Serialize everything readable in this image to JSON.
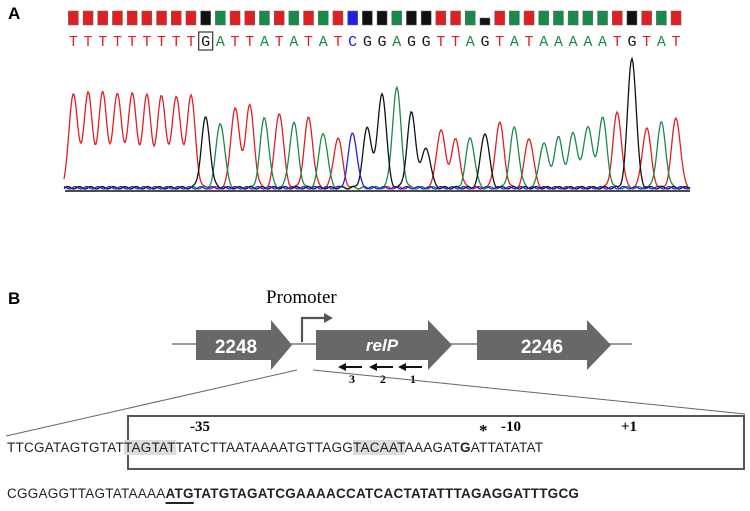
{
  "panel_a": {
    "label": "A",
    "basecalls": [
      "T",
      "T",
      "T",
      "T",
      "T",
      "T",
      "T",
      "T",
      "T",
      "G",
      "A",
      "T",
      "T",
      "A",
      "T",
      "A",
      "T",
      "A",
      "T",
      "C",
      "G",
      "G",
      "A",
      "G",
      "G",
      "T",
      "T",
      "A",
      "G",
      "T",
      "A",
      "T",
      "A",
      "A",
      "A",
      "A",
      "A",
      "T",
      "G",
      "T",
      "A",
      "T"
    ],
    "boxed_base_index": 9,
    "colors": {
      "A": "#1a8a4a",
      "T": "#e02020",
      "G": "#111111",
      "C": "#2020e0"
    }
  },
  "panel_b": {
    "label": "B",
    "promoter_label": "Promoter",
    "genes": [
      {
        "name": "2248",
        "italic": false
      },
      {
        "name": "relP",
        "italic": true
      },
      {
        "name": "2246",
        "italic": false
      }
    ],
    "primers": [
      "3",
      "2",
      "1"
    ],
    "annotations": {
      "minus35": "-35",
      "star": "*",
      "minus10": "-10",
      "plus1": "+1"
    },
    "seq1": {
      "pre": "TTCGATAGTGTAT",
      "box35": "TAGTAT",
      "mid": "TATCTTAATAAAATGTTAGG",
      "box10": "TACAAT",
      "post": "AAAGAT",
      "tss": "G",
      "tail": "ATTATATAT"
    },
    "seq2": {
      "pre": "CGGAGGTTAGTATAAAA",
      "start_codon": "ATG",
      "coding": "TATGTAGATCGAAAACCATCACTATATTTAGAGGATTTGCG"
    }
  }
}
